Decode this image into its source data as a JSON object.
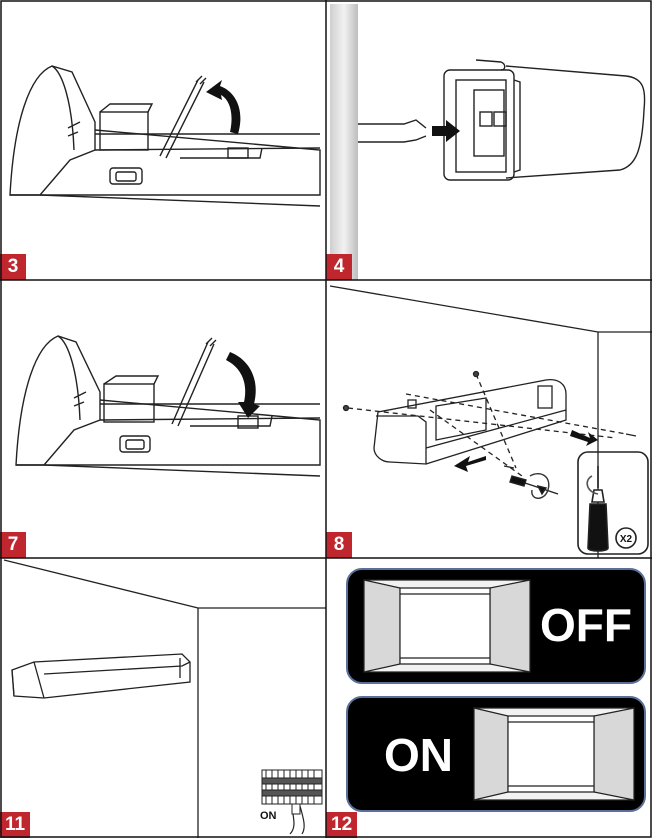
{
  "steps": [
    {
      "number": "3"
    },
    {
      "number": "4"
    },
    {
      "number": "7"
    },
    {
      "number": "8",
      "multiplier": "X2"
    },
    {
      "number": "11",
      "terminal_label": "ON"
    },
    {
      "number": "12",
      "switch_off_label": "OFF",
      "switch_on_label": "ON"
    }
  ],
  "colors": {
    "badge": "#c0262d",
    "switch_body": "#000000",
    "switch_border": "#5a6f9a",
    "line_art": "#222222"
  },
  "icons": [
    "arrow-curved-up-icon",
    "arrow-right-icon",
    "arrow-curved-down-icon",
    "screwdriver-icon"
  ]
}
